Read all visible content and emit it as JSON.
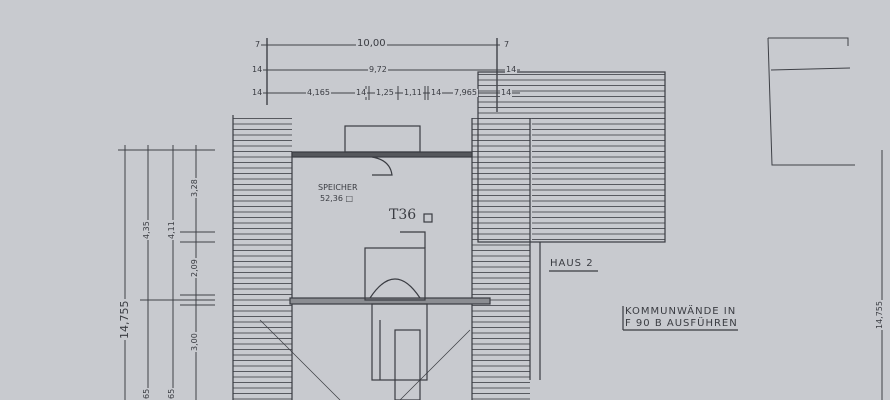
{
  "drawing": {
    "dimensions_top": {
      "row1": {
        "total": "10,00",
        "end_left": "7",
        "end_right": "7"
      },
      "row2": {
        "total": "9,72",
        "end_left": "14",
        "end_right": "14"
      },
      "row3": {
        "seg1": "4,165",
        "seg2": "1,25",
        "seg3": "1,11",
        "seg4": "7,965",
        "end_left": "14",
        "mark1": "14",
        "mark2": "14",
        "end_right": "14"
      }
    },
    "dimensions_left": {
      "total": "14,755",
      "col2": "4,35",
      "col3": "4,11",
      "col4_a": "3,28",
      "col4_b": "2,09",
      "col4_c": "3,00",
      "bottom_a": "65",
      "bottom_b": "65"
    },
    "dimensions_right": {
      "total": "14,755"
    },
    "room": {
      "name": "SPEICHER",
      "area": "52,36 □"
    },
    "stair_mark": "T36",
    "house_label": "HAUS 2",
    "note": {
      "line1": "KOMMUNWÄNDE IN",
      "line2": "F 90 B AUSFÜHREN"
    },
    "colors": {
      "paper": "#c8cacf",
      "ink": "#3a3c42"
    }
  }
}
